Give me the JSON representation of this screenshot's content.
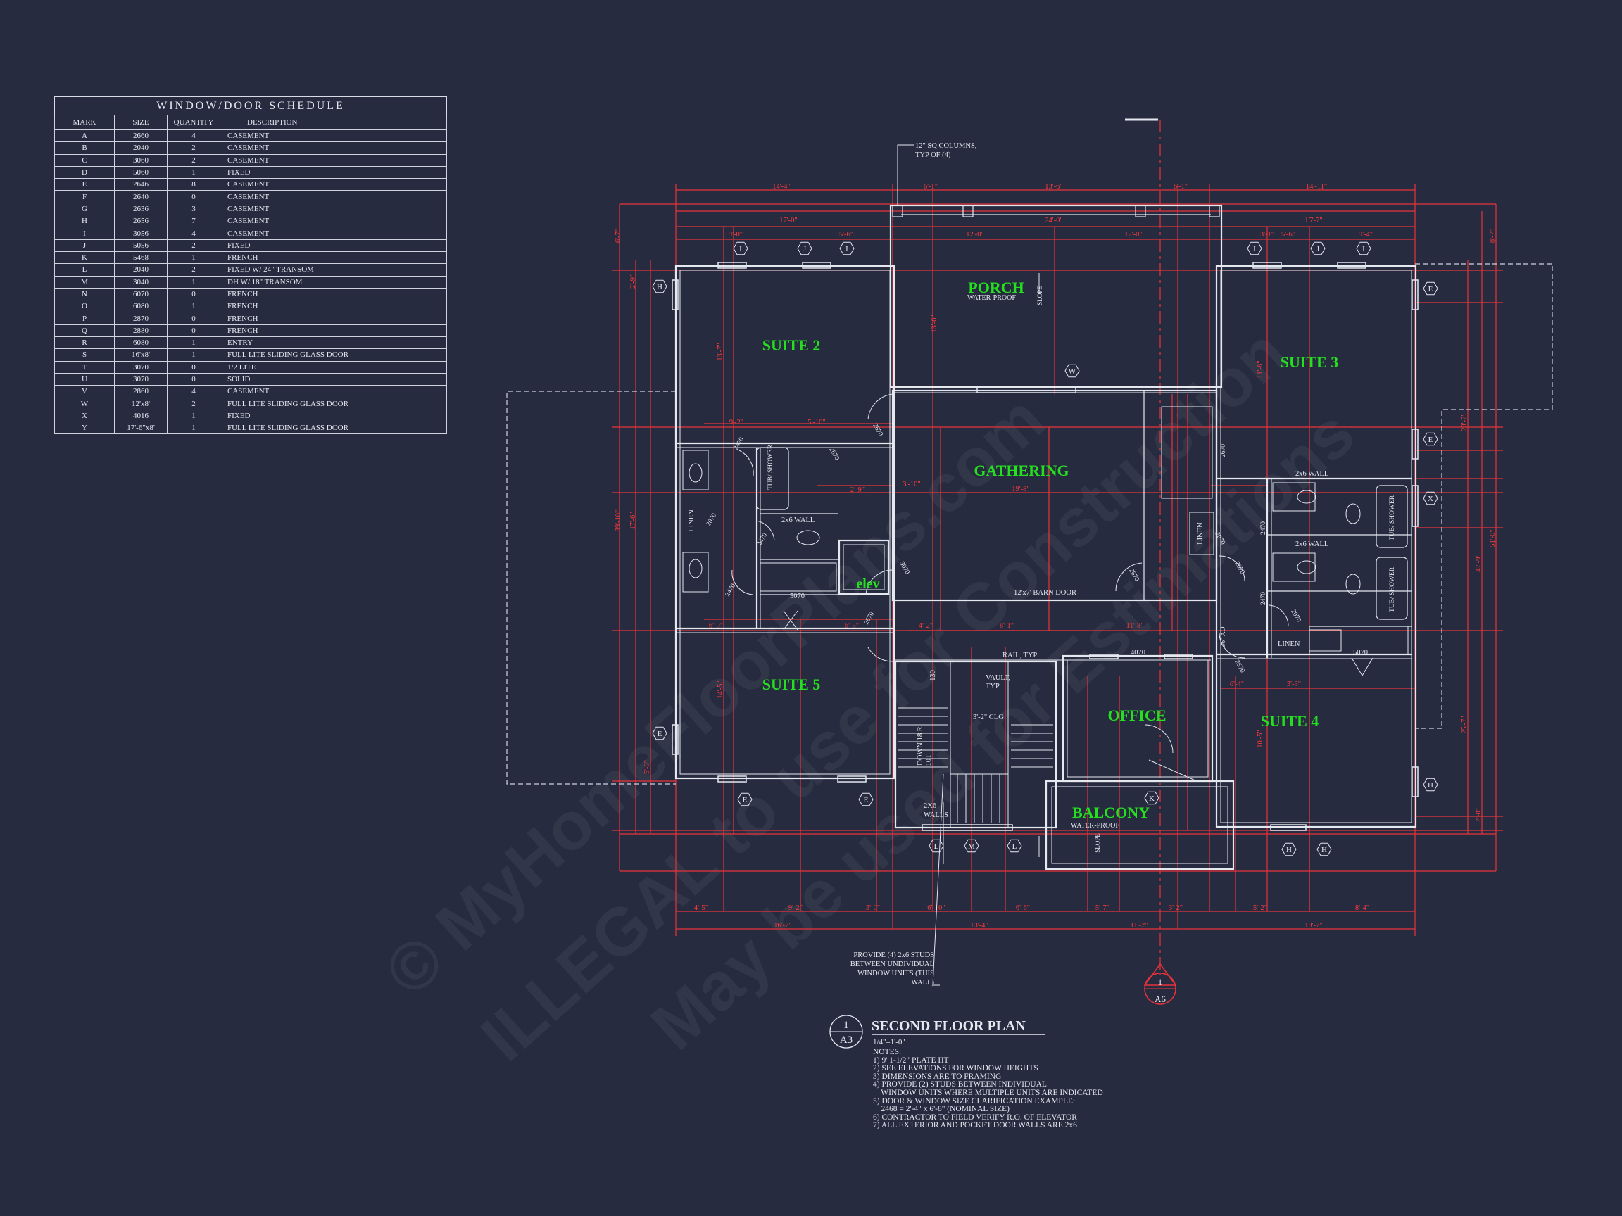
{
  "schedule": {
    "title": "WINDOW/DOOR SCHEDULE",
    "headers": [
      "MARK",
      "SIZE",
      "QUANTITY",
      "DESCRIPTION"
    ],
    "rows": [
      [
        "A",
        "2660",
        "4",
        "CASEMENT"
      ],
      [
        "B",
        "2040",
        "2",
        "CASEMENT"
      ],
      [
        "C",
        "3060",
        "2",
        "CASEMENT"
      ],
      [
        "D",
        "5060",
        "1",
        "FIXED"
      ],
      [
        "E",
        "2646",
        "8",
        "CASEMENT"
      ],
      [
        "F",
        "2640",
        "0",
        "CASEMENT"
      ],
      [
        "G",
        "2636",
        "3",
        "CASEMENT"
      ],
      [
        "H",
        "2656",
        "7",
        "CASEMENT"
      ],
      [
        "I",
        "3056",
        "4",
        "CASEMENT"
      ],
      [
        "J",
        "5056",
        "2",
        "FIXED"
      ],
      [
        "K",
        "5468",
        "1",
        "FRENCH"
      ],
      [
        "L",
        "2040",
        "2",
        "FIXED W/ 24\" TRANSOM"
      ],
      [
        "M",
        "3040",
        "1",
        "DH W/ 18\" TRANSOM"
      ],
      [
        "N",
        "6070",
        "0",
        "FRENCH"
      ],
      [
        "O",
        "6080",
        "1",
        "FRENCH"
      ],
      [
        "P",
        "2870",
        "0",
        "FRENCH"
      ],
      [
        "Q",
        "2880",
        "0",
        "FRENCH"
      ],
      [
        "R",
        "6080",
        "1",
        "ENTRY"
      ],
      [
        "S",
        "16'x8'",
        "1",
        "FULL LITE SLIDING GLASS DOOR"
      ],
      [
        "T",
        "3070",
        "0",
        "1/2 LITE"
      ],
      [
        "U",
        "3070",
        "0",
        "SOLID"
      ],
      [
        "V",
        "2860",
        "4",
        "CASEMENT"
      ],
      [
        "W",
        "12'x8'",
        "2",
        "FULL LITE SLIDING GLASS DOOR"
      ],
      [
        "X",
        "4016",
        "1",
        "FIXED"
      ],
      [
        "Y",
        "17'-6\"x8'",
        "1",
        "FULL LITE SLIDING GLASS DOOR"
      ]
    ]
  },
  "rooms": {
    "porch": "PORCH",
    "porch_note": "WATER-PROOF",
    "suite2": "SUITE 2",
    "suite3": "SUITE 3",
    "suite4": "SUITE 4",
    "suite5": "SUITE 5",
    "gathering": "GATHERING",
    "elev": "elev",
    "office": "OFFICE",
    "balcony": "BALCONY",
    "balcony_note": "WATER-PROOF"
  },
  "labels": {
    "columns_note_1": "12\" SQ COLUMNS,",
    "columns_note_2": "TYP OF (4)",
    "slope": "SLOPE",
    "wall_2x6_a": "2x6 WALL",
    "wall_2x6_b": "2x6 WALL",
    "wall_2x6_c": "2x6 WALL",
    "barn_door": "12'x7' BARN DOOR",
    "rail": "RAIL, TYP",
    "vault_1": "VAULT,",
    "vault_2": "TYP",
    "clg": "3'-2\" CLG",
    "walls_1": "2X6",
    "walls_2": "WALLS",
    "down": "DOWN 18 R",
    "linen_a": "LINEN",
    "linen_b": "LINEN",
    "linen_c": "LINEN",
    "tub_a": "TUB/ SHOWER",
    "tub_b": "TUB/ SHOWER",
    "tub_c": "TUB/ SHOWER",
    "d5070_a": "5070",
    "d5070_b": "5070",
    "d4070": "4070",
    "d2470": "2470",
    "d2670": "2670",
    "d3070": "3070",
    "d2070": "2070",
    "d13": "130",
    "d36": "36\" AO",
    "d10t": "10T"
  },
  "studs_note": [
    "PROVIDE (4) 2x6 STUDS",
    "BETWEEN UNDIVIDUAL",
    "WINDOW UNITS (THIS",
    "WALL)"
  ],
  "section_marker": {
    "num": "1",
    "sheet": "A6"
  },
  "plan_title": {
    "num": "1",
    "sheet": "A3",
    "title": "SECOND FLOOR PLAN",
    "scale": "1/4\"=1'-0\""
  },
  "notes": [
    "NOTES:",
    "1) 9' 1-1/2\" PLATE HT",
    "2) SEE ELEVATIONS FOR WINDOW HEIGHTS",
    "3) DIMENSIONS ARE TO FRAMING",
    "4) PROVIDE (2) STUDS BETWEEN INDIVIDUAL",
    "    WINDOW UNITS WHERE MULTIPLE UNITS ARE INDICATED",
    "5) DOOR & WINDOW SIZE CLARIFICATION EXAMPLE:",
    "    2468 = 2'-4\" x 6'-8\" (NOMINAL SIZE)",
    "6) CONTRACTOR TO FIELD VERIFY R.O. OF ELEVATOR",
    "7) ALL EXTERIOR AND POCKET DOOR WALLS ARE 2x6"
  ],
  "dims": {
    "top1": [
      "14'-4\"",
      "6'-1\"",
      "13'-6\"",
      "6'-1\"",
      "14'-11\""
    ],
    "top2": [
      "17'-0\"",
      "24'-0\"",
      "15'-7\""
    ],
    "top3": [
      "9'-0\"",
      "5'-6\"",
      "12'-0\"",
      "12'-0\"",
      "5'-6\"",
      "9'-4\""
    ],
    "bottom1": [
      "4'-5\"",
      "9'-2\"",
      "3'-0\"",
      "6'-10\"",
      "6'-6\"",
      "5'-7\"",
      "3'-2\"",
      "5'-2\"",
      "8'-4\""
    ],
    "bottom2": [
      "16'-7\"",
      "13'-4\"",
      "11'-2\"",
      "13'-7\""
    ],
    "misc": [
      "9'-2\"",
      "5'-10\"",
      "2'-9\"",
      "3'-10\"",
      "19'-8\"",
      "6'-0\"",
      "6'-5\"",
      "4'-2\"",
      "8'-1\"",
      "11'-8\"",
      "3'-3\"",
      "6'-4\"",
      "3'-1\"",
      "13'-7\"",
      "14'-5\"",
      "11'-8\"",
      "10'-5\"",
      "13'-6\"",
      "39'-10\"",
      "47'-9\"",
      "51'-0\"",
      "23'-7\"",
      "25'-7\"",
      "17'-6\"",
      "6'-7\"",
      "8'-7\"",
      "2'-9\"",
      "2'-8\"",
      "5'-0\""
    ]
  },
  "window_tags": {
    "top_left": [
      "I",
      "J",
      "I"
    ],
    "top_right": [
      "I",
      "J",
      "I"
    ],
    "left_upper": "H",
    "left_lower": "E",
    "right": [
      "E",
      "E",
      "X",
      "H"
    ],
    "bottom_left": [
      "E",
      "E"
    ],
    "bottom_mid": [
      "L",
      "M",
      "L"
    ],
    "bottom_right": [
      "H",
      "H"
    ],
    "porch_door": "W",
    "balcony_door": "K"
  },
  "watermark": [
    "© MyHomeFloorPlans.com",
    "ILLEGAL to use for Construction",
    "May be used for Estimations"
  ],
  "colors": {
    "background": "#262b3f",
    "linework": "#e6e8f0",
    "dimension": "#ff3a3a",
    "room_label": "#25e01f"
  }
}
